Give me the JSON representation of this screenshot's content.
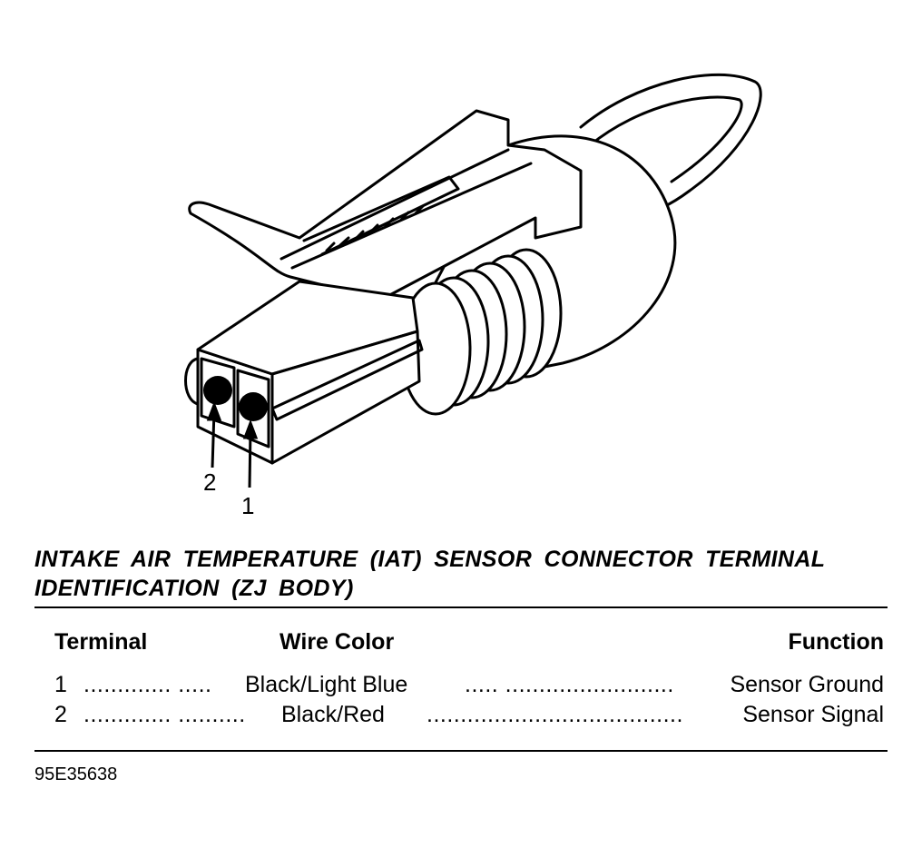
{
  "diagram": {
    "callouts": [
      "2",
      "1"
    ]
  },
  "title": "INTAKE AIR TEMPERATURE (IAT) SENSOR CONNECTOR TERMINAL IDENTIFICATION (ZJ BODY)",
  "table": {
    "headers": {
      "terminal": "Terminal",
      "wire_color": "Wire Color",
      "function": "Function"
    },
    "rows": [
      {
        "terminal": "1",
        "lead": "............. .....",
        "wire_color": "Black/Light Blue",
        "trail": "..... .........................",
        "function": "Sensor Ground"
      },
      {
        "terminal": "2",
        "lead": "............. ..........",
        "wire_color": "Black/Red",
        "trail": "......................................",
        "function": "Sensor Signal"
      }
    ]
  },
  "figure_id": "95E35638"
}
